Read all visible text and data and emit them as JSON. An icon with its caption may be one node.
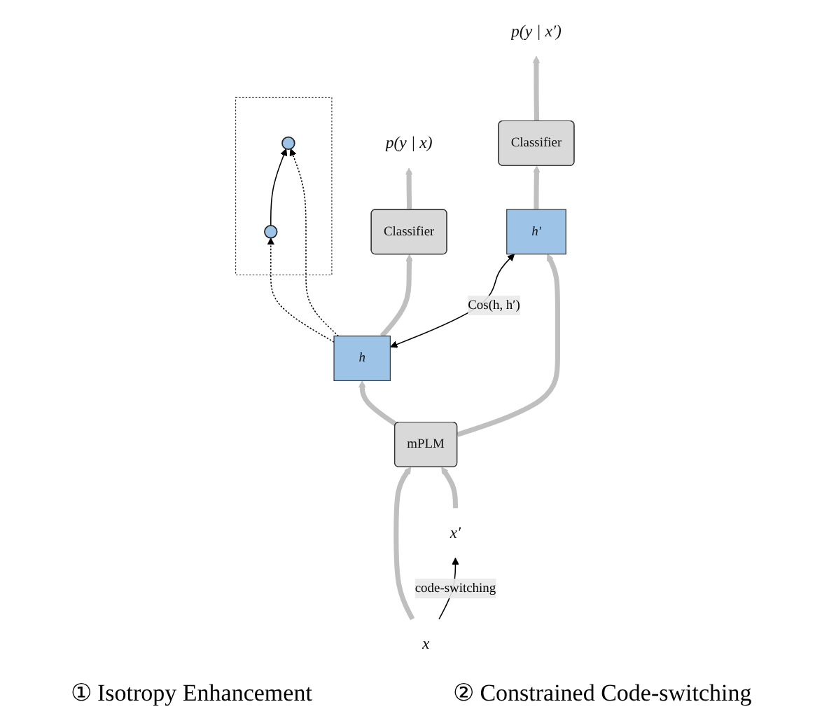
{
  "diagram": {
    "nodes": [
      {
        "text": [],
        "shape": "box"
      },
      {
        "text": [],
        "shape": "circle",
        "in": 0
      },
      {
        "text": [],
        "shape": "circle",
        "in": 0
      },
      {
        "text": [
          "p(y | x)"
        ]
      },
      {
        "text": [
          "p(y | x′)"
        ]
      },
      {
        "text": [
          "Classifier"
        ]
      },
      {
        "text": [
          "Classifier"
        ]
      },
      {
        "text": [
          "h"
        ]
      },
      {
        "text": [
          "h′"
        ]
      },
      {
        "text": [
          "mPLM"
        ]
      },
      {
        "text": [
          "x"
        ]
      },
      {
        "text": [
          "x′"
        ]
      }
    ],
    "edges": [
      {
        "from": 1,
        "to": 2,
        "arrow": "to",
        "color": "#000000"
      },
      {
        "from": 7,
        "to": 1,
        "arrow": "to",
        "style": "dashed",
        "color": "#000000"
      },
      {
        "from": 7,
        "to": 2,
        "arrow": "to",
        "style": "dashed",
        "color": "#000000"
      },
      {
        "from": 5,
        "to": 3,
        "arrow": "to"
      },
      {
        "from": 6,
        "to": 4,
        "arrow": "to"
      },
      {
        "from": 7,
        "to": 5,
        "arrow": "to"
      },
      {
        "from": 8,
        "to": 6,
        "arrow": "to"
      },
      {
        "from": 9,
        "to": 7,
        "arrow": "to"
      },
      {
        "from": 9,
        "to": 8,
        "arrow": "to"
      },
      {
        "from": 10,
        "to": 9,
        "arrow": "to"
      },
      {
        "from": 11,
        "to": 9,
        "arrow": "to"
      },
      {
        "from": 7,
        "to": 8,
        "label": "Cos(h, h′)",
        "arrow": "both",
        "color": "#000000"
      },
      {
        "from": 10,
        "to": 11,
        "label": "code-switching",
        "arrow": "to",
        "color": "#000000"
      }
    ],
    "labels": [
      "① Isotropy Enhancement",
      "② Constrained Code-switching"
    ]
  }
}
